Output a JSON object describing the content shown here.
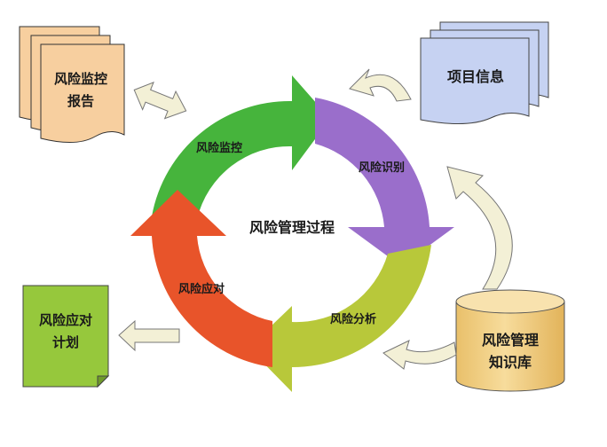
{
  "center_label": "风险管理过程",
  "cycle": {
    "monitor": "风险监控",
    "identify": "风险识别",
    "analyze": "风险分析",
    "respond": "风险应对"
  },
  "docs": {
    "report": [
      "风险监控",
      "报告"
    ],
    "project": "项目信息",
    "plan": [
      "风险应对",
      "计划"
    ],
    "knowledge": [
      "风险管理",
      "知识库"
    ]
  },
  "colors": {
    "monitor": "#46b43c",
    "identify": "#9a6ecb",
    "analyze": "#b8c83a",
    "respond": "#e8542a",
    "report_doc": "#f7cf9f",
    "project_doc": "#c6d2f2",
    "plan_doc": "#96c83c",
    "knowledge_db": "#f2cf86",
    "connector": "#f3f0d6"
  }
}
